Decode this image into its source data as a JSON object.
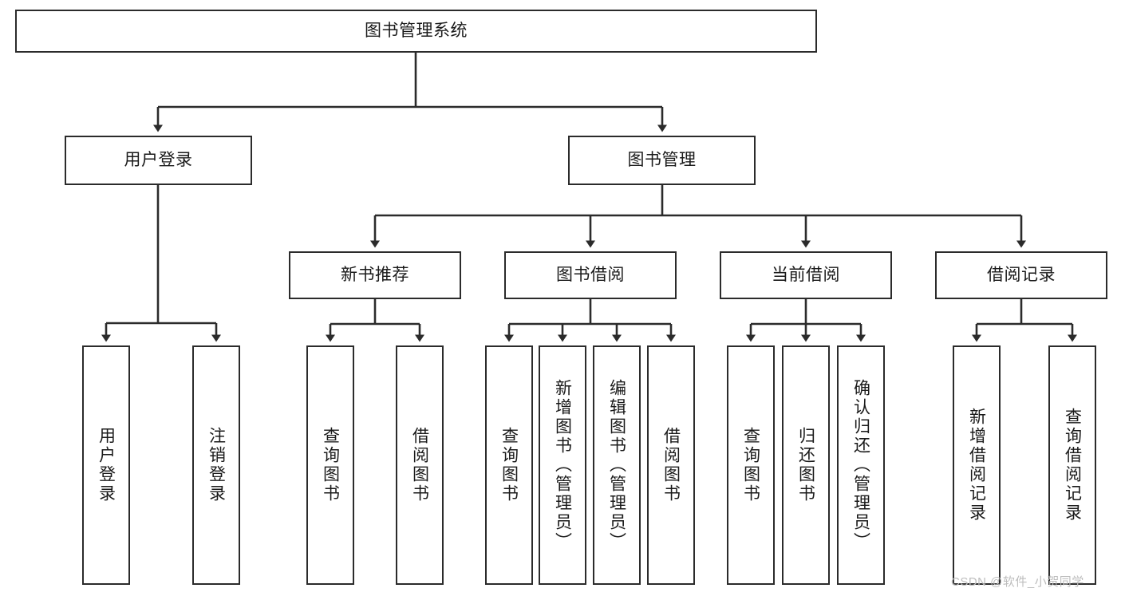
{
  "diagram": {
    "type": "hierarchy-tree",
    "title": "图书管理系统",
    "levels": 4,
    "nodes": {
      "root": {
        "label": "图书管理系统",
        "orientation": "horizontal"
      },
      "user_login": {
        "label": "用户登录",
        "orientation": "horizontal"
      },
      "book_mgmt": {
        "label": "图书管理",
        "orientation": "horizontal"
      },
      "new_book_rec": {
        "label": "新书推荐",
        "orientation": "horizontal"
      },
      "book_borrow": {
        "label": "图书借阅",
        "orientation": "horizontal"
      },
      "current_borrow": {
        "label": "当前借阅",
        "orientation": "horizontal"
      },
      "borrow_record": {
        "label": "借阅记录",
        "orientation": "horizontal"
      },
      "leaf_user_login": {
        "label": "用户登录",
        "orientation": "vertical"
      },
      "leaf_logout": {
        "label": "注销登录",
        "orientation": "vertical"
      },
      "leaf_query_book_1": {
        "label": "查询图书",
        "orientation": "vertical"
      },
      "leaf_borrow_book_1": {
        "label": "借阅图书",
        "orientation": "vertical"
      },
      "leaf_query_book_2": {
        "label": "查询图书",
        "orientation": "vertical"
      },
      "leaf_add_book": {
        "label": "新增图书（管理员）",
        "orientation": "vertical"
      },
      "leaf_edit_book": {
        "label": "编辑图书（管理员）",
        "orientation": "vertical"
      },
      "leaf_borrow_book_2": {
        "label": "借阅图书",
        "orientation": "vertical"
      },
      "leaf_query_book_3": {
        "label": "查询图书",
        "orientation": "vertical"
      },
      "leaf_return_book": {
        "label": "归还图书",
        "orientation": "vertical"
      },
      "leaf_confirm_return": {
        "label": "确认归还（管理员）",
        "orientation": "vertical"
      },
      "leaf_add_record": {
        "label": "新增借阅记录",
        "orientation": "vertical"
      },
      "leaf_query_record": {
        "label": "查询借阅记录",
        "orientation": "vertical"
      }
    },
    "edges": [
      {
        "from": "root",
        "to": "user_login"
      },
      {
        "from": "root",
        "to": "book_mgmt"
      },
      {
        "from": "user_login",
        "to": "leaf_user_login"
      },
      {
        "from": "user_login",
        "to": "leaf_logout"
      },
      {
        "from": "book_mgmt",
        "to": "new_book_rec"
      },
      {
        "from": "book_mgmt",
        "to": "book_borrow"
      },
      {
        "from": "book_mgmt",
        "to": "current_borrow"
      },
      {
        "from": "book_mgmt",
        "to": "borrow_record"
      },
      {
        "from": "new_book_rec",
        "to": "leaf_query_book_1"
      },
      {
        "from": "new_book_rec",
        "to": "leaf_borrow_book_1"
      },
      {
        "from": "book_borrow",
        "to": "leaf_query_book_2"
      },
      {
        "from": "book_borrow",
        "to": "leaf_add_book"
      },
      {
        "from": "book_borrow",
        "to": "leaf_edit_book"
      },
      {
        "from": "book_borrow",
        "to": "leaf_borrow_book_2"
      },
      {
        "from": "current_borrow",
        "to": "leaf_query_book_3"
      },
      {
        "from": "current_borrow",
        "to": "leaf_return_book"
      },
      {
        "from": "current_borrow",
        "to": "leaf_confirm_return"
      },
      {
        "from": "borrow_record",
        "to": "leaf_add_record"
      },
      {
        "from": "borrow_record",
        "to": "leaf_query_record"
      }
    ],
    "colors": {
      "box_border": "#2b2b2b",
      "box_fill": "#ffffff",
      "edge": "#2b2b2b",
      "text": "#1a1a1a",
      "watermark": "#bdbdbd",
      "background": "#ffffff"
    }
  },
  "watermark": {
    "text": "CSDN @软件_小贺同学"
  }
}
